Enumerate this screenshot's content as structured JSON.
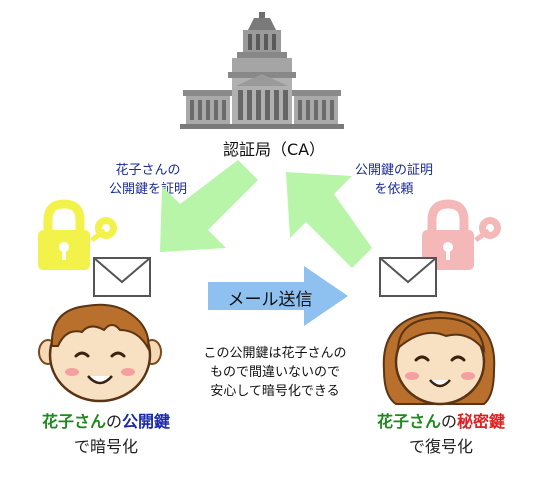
{
  "ca": {
    "label": "認証局（CA）"
  },
  "left_note": {
    "line1": "花子さんの",
    "line2": "公開鍵を証明"
  },
  "right_note": {
    "line1": "公開鍵の証明",
    "line2": "を依頼"
  },
  "transfer": {
    "label": "メール送信"
  },
  "center_note": {
    "line1": "この公開鍵は花子さんの",
    "line2": "もので間違いないので",
    "line3": "安心して暗号化できる"
  },
  "sender": {
    "name": "花子さん",
    "particle": "の",
    "key": "公開鍵",
    "action": "で暗号化"
  },
  "receiver": {
    "name": "花子さん",
    "particle": "の",
    "key": "秘密鍵",
    "action": "で復号化"
  },
  "colors": {
    "green_arrow": "#b8f5a8",
    "blue_arrow": "#8ec0f0",
    "yellow_lock": "#f2f24a",
    "pink_lock": "#f5b8b8",
    "name_green": "#1e8a1e",
    "public_key_blue": "#1a2aa8",
    "private_key_red": "#e02020",
    "note_blue": "#1a2a9a"
  }
}
